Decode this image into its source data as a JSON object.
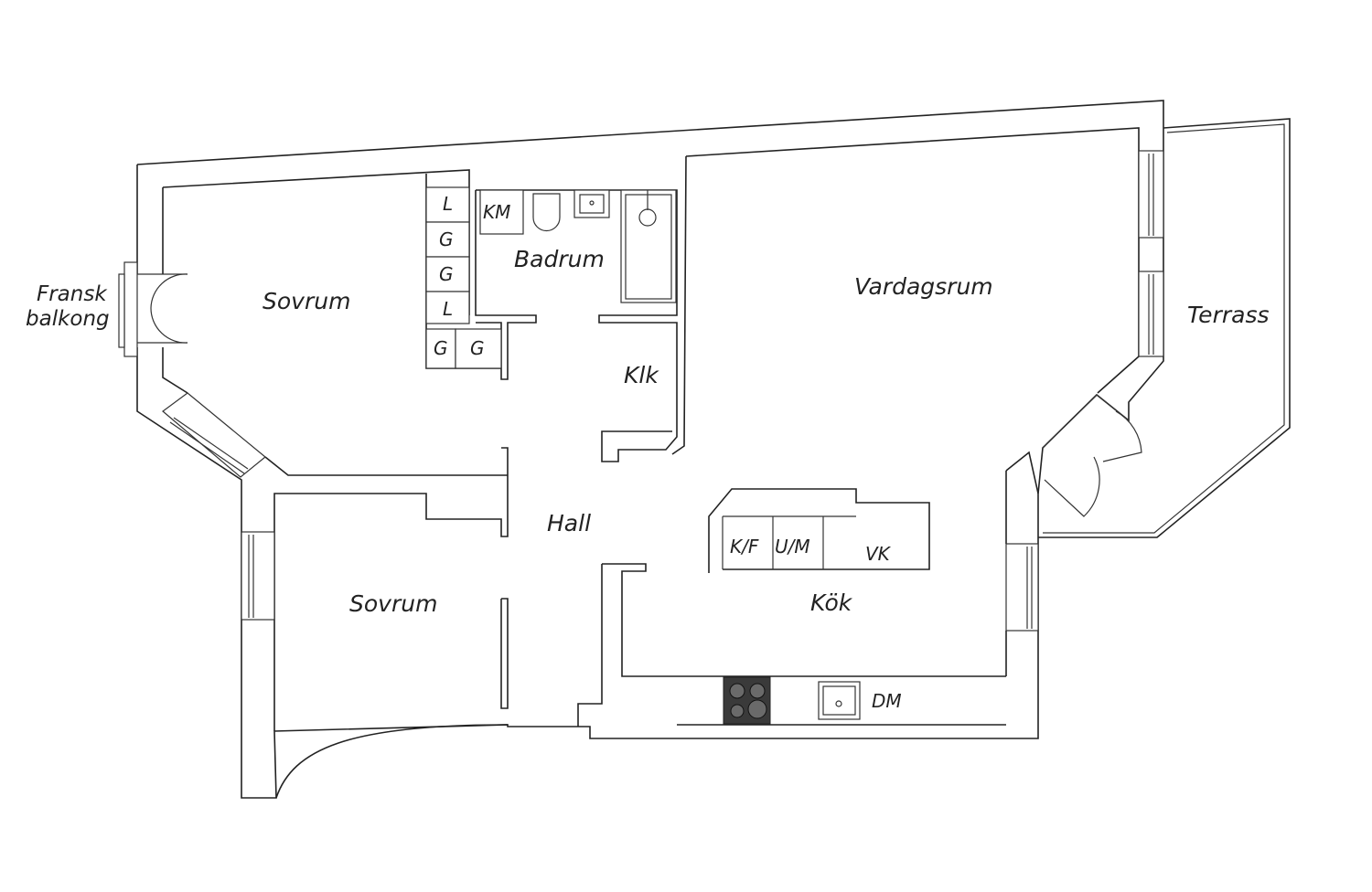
{
  "rooms": {
    "sovrum_top": "Sovrum",
    "sovrum_bottom": "Sovrum",
    "badrum": "Badrum",
    "klk": "Klk",
    "hall": "Hall",
    "vardagsrum": "Vardagsrum",
    "kok": "Kök",
    "terrass": "Terrass"
  },
  "balcony": {
    "line1": "Fransk",
    "line2": "balkong"
  },
  "closets": {
    "l1": "L",
    "g1": "G",
    "g2": "G",
    "l2": "L",
    "g3": "G",
    "g4": "G"
  },
  "fixtures": {
    "km": "KM",
    "kf": "K/F",
    "um": "U/M",
    "vk": "VK",
    "dm": "DM"
  },
  "colors": {
    "wall": "#222222",
    "stove": "#3a3a3a",
    "background": "#ffffff"
  }
}
